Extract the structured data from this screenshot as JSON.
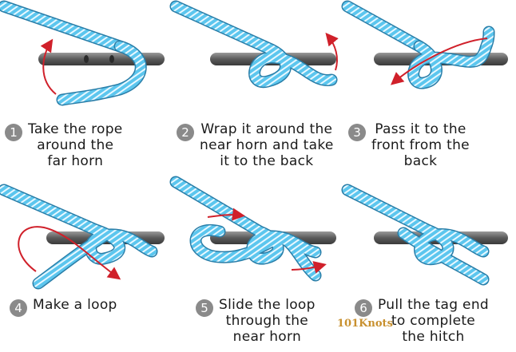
{
  "colors": {
    "rope": "#5cc6ee",
    "rope_stripe": "#ffffff",
    "cleat": "#6b6b6b",
    "arrow": "#d0202a",
    "badge": "#8a8a8a",
    "brand": "#c8902e"
  },
  "steps": [
    {
      "number": "1",
      "caption": "Take the rope\naround the\nfar horn"
    },
    {
      "number": "2",
      "caption": "Wrap it around the\nnear horn and take\nit to the back"
    },
    {
      "number": "3",
      "caption": "Pass it to the\nfront from the\nback"
    },
    {
      "number": "4",
      "caption": "Make a loop"
    },
    {
      "number": "5",
      "caption": "Slide the loop\nthrough the\nnear horn"
    },
    {
      "number": "6",
      "caption": "Pull the tag end\nto complete\nthe hitch"
    }
  ],
  "brand": "101Knots"
}
